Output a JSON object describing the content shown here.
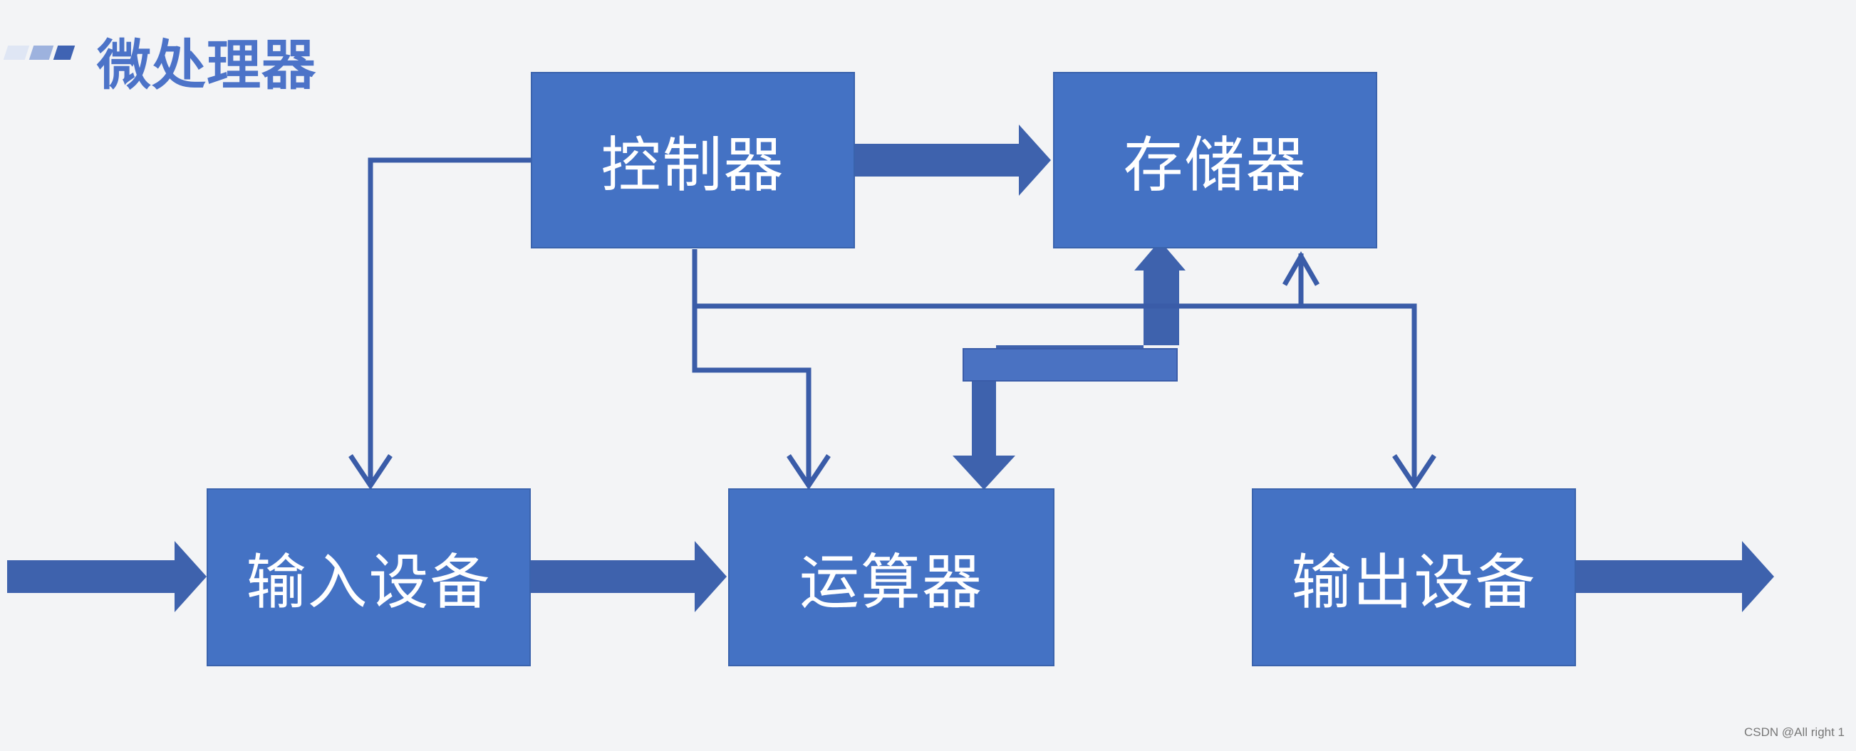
{
  "title": "微处理器",
  "nodes": {
    "controller": "控制器",
    "memory": "存储器",
    "input": "输入设备",
    "alu": "运算器",
    "output": "输出设备"
  },
  "watermark": "CSDN @All right 1",
  "colors": {
    "box_fill": "#4472c4",
    "arrow": "#3a5ca8",
    "title": "#4c73c8",
    "background": "#f3f4f6"
  }
}
